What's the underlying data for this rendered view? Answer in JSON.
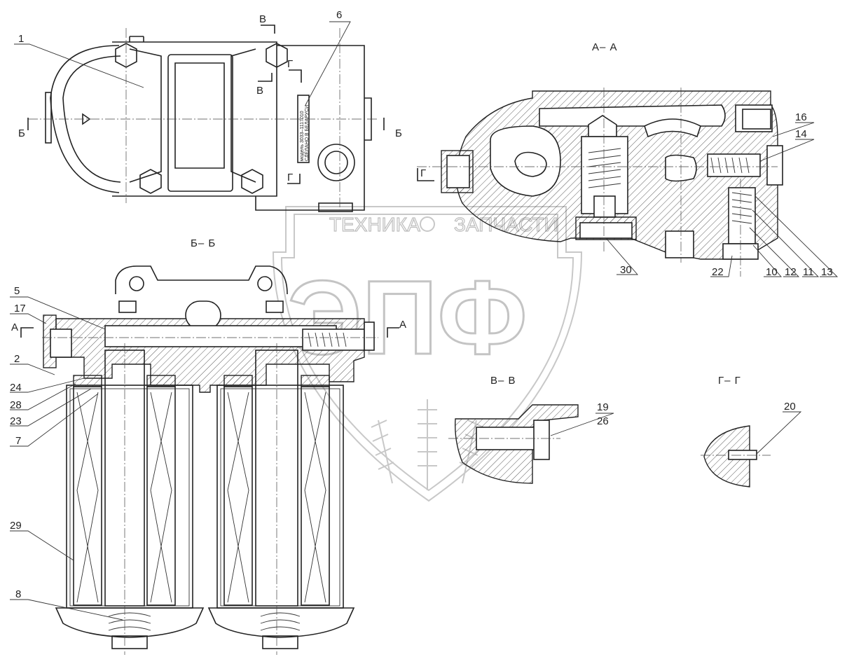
{
  "sections": {
    "aa": "А– А",
    "bb": "Б– Б",
    "vv": "В– В",
    "gg": "Г– Г"
  },
  "cut_marks": {
    "a_left": "А",
    "a_right": "А",
    "b_left": "Б",
    "b_right": "Б",
    "v_top": "В",
    "v_mid": "В",
    "g_top": "Г",
    "g_bottom": "Г",
    "g_aa": "Г"
  },
  "callouts": {
    "c1": "1",
    "c2": "2",
    "c5": "5",
    "c6": "6",
    "c7": "7",
    "c8": "8",
    "c10": "10",
    "c11": "11",
    "c12": "12",
    "c13": "13",
    "c14": "14",
    "c16": "16",
    "c17": "17",
    "c19": "19",
    "c20": "20",
    "c22": "22",
    "c23": "23",
    "c24": "24",
    "c26": "26",
    "c28": "28",
    "c29": "29",
    "c30": "30"
  },
  "plate_text": {
    "line1": "модель 3033–1117010",
    "line2": "СДЕЛАНО В БЕЛАРУСИ"
  },
  "watermark": {
    "line1": "ТЕХНИКА",
    "line2": "ЗАПЧАСТИ",
    "logo": "ЭПФ"
  },
  "colors": {
    "ink": "#222222",
    "watermark": "#c4c4c4"
  }
}
